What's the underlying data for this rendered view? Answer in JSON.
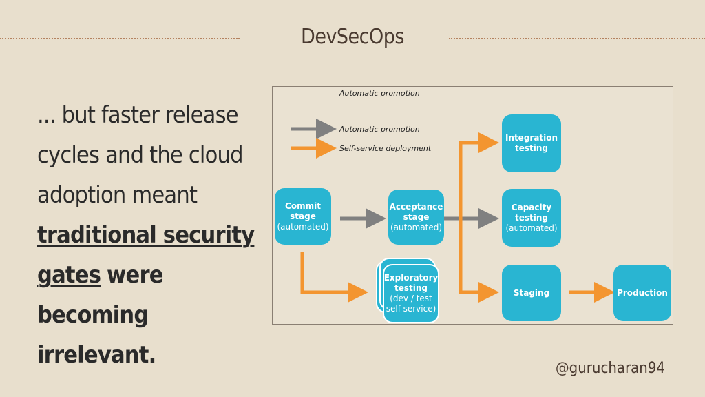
{
  "slide": {
    "title": "DevSecOps",
    "handle": "@gurucharan94",
    "body": {
      "part1": "... but faster release cycles and the cloud adoption meant",
      "underlined": "traditional security gates",
      "part2": "were becoming irrelevant."
    }
  },
  "diagram": {
    "header": "Automatic promotion",
    "legend": [
      {
        "label": "Automatic promotion",
        "color": "#808080"
      },
      {
        "label": "Self-service deployment",
        "color": "#f39530"
      }
    ],
    "colors": {
      "node": "#29b5d2",
      "auto_arrow": "#808080",
      "self_service_arrow": "#f39530"
    },
    "nodes": {
      "commit": {
        "title": "Commit stage",
        "sub": "(automated)"
      },
      "acceptance": {
        "title": "Acceptance stage",
        "sub": "(automated)"
      },
      "exploratory": {
        "title": "Exploratory testing",
        "sub": "(dev / test self-service)"
      },
      "integration": {
        "title": "Integration testing",
        "sub": ""
      },
      "capacity": {
        "title": "Capacity testing",
        "sub": "(automated)"
      },
      "staging": {
        "title": "Staging",
        "sub": ""
      },
      "production": {
        "title": "Production",
        "sub": ""
      }
    }
  }
}
